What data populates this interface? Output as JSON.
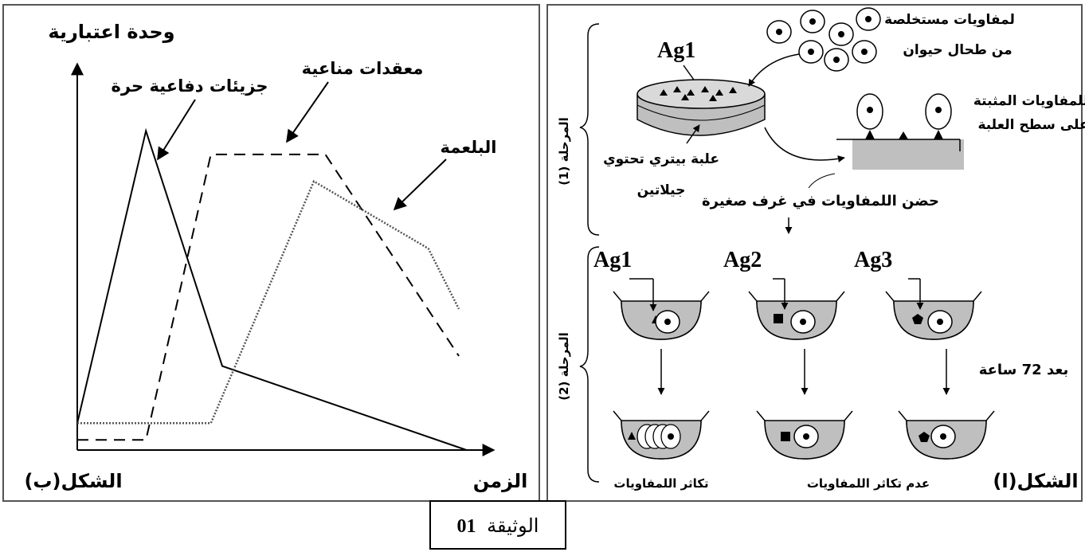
{
  "document_label": {
    "prefix": "الوثيقة",
    "number": "01"
  },
  "figure_b": {
    "caption": "الشكل(ب)",
    "y_axis_label": "وحدة اعتبارية",
    "x_axis_label": "الزمن",
    "curve_labels": {
      "free_molecules": "جزيئات دفاعية حرة",
      "immune_complexes": "معقدات مناعية",
      "phagocytosis": "البلعمة"
    }
  },
  "figure_a": {
    "caption": "الشكل(ا)",
    "stage1_label": "المرحلة (1)",
    "stage2_label": "المرحلة (2)",
    "lymphocytes_source": [
      "لمفاويات مستخلصة",
      "من طحال حيوان"
    ],
    "petri_dish": [
      "علبة بيتري تحتوي",
      "جيلاتين"
    ],
    "fixed_lymphocytes": [
      "اللمفاويات المثبتة",
      "على سطح العلبة"
    ],
    "incubation": "حضن اللمفاويات في غرف صغيرة",
    "after_hours": "بعد 72 ساعة",
    "proliferation": "تكاثر اللمفاويات",
    "no_proliferation": "عدم تكاثر اللمفاويات",
    "antigens": {
      "top": "Ag1",
      "c1": "Ag1",
      "c2": "Ag2",
      "c3": "Ag3"
    }
  },
  "chart_data": {
    "type": "line",
    "title": "",
    "xlabel": "الزمن",
    "ylabel": "وحدة اعتبارية",
    "series": [
      {
        "name": "جزيئات دفاعية حرة",
        "style": "solid",
        "points": [
          [
            0,
            8
          ],
          [
            1.8,
            95
          ],
          [
            3.8,
            25
          ],
          [
            10.2,
            0
          ]
        ]
      },
      {
        "name": "معقدات مناعية",
        "style": "dashed",
        "points": [
          [
            0,
            3
          ],
          [
            1.8,
            3
          ],
          [
            3.5,
            88
          ],
          [
            6.5,
            88
          ],
          [
            10,
            28
          ]
        ]
      },
      {
        "name": "البلعمة",
        "style": "dotted",
        "points": [
          [
            0,
            8
          ],
          [
            3.5,
            8
          ],
          [
            6.2,
            80
          ],
          [
            9.2,
            60
          ],
          [
            10,
            42
          ]
        ]
      }
    ],
    "xlim": [
      0,
      10.5
    ],
    "ylim": [
      0,
      115
    ],
    "grid": false,
    "legend": "curve labels with arrows"
  }
}
